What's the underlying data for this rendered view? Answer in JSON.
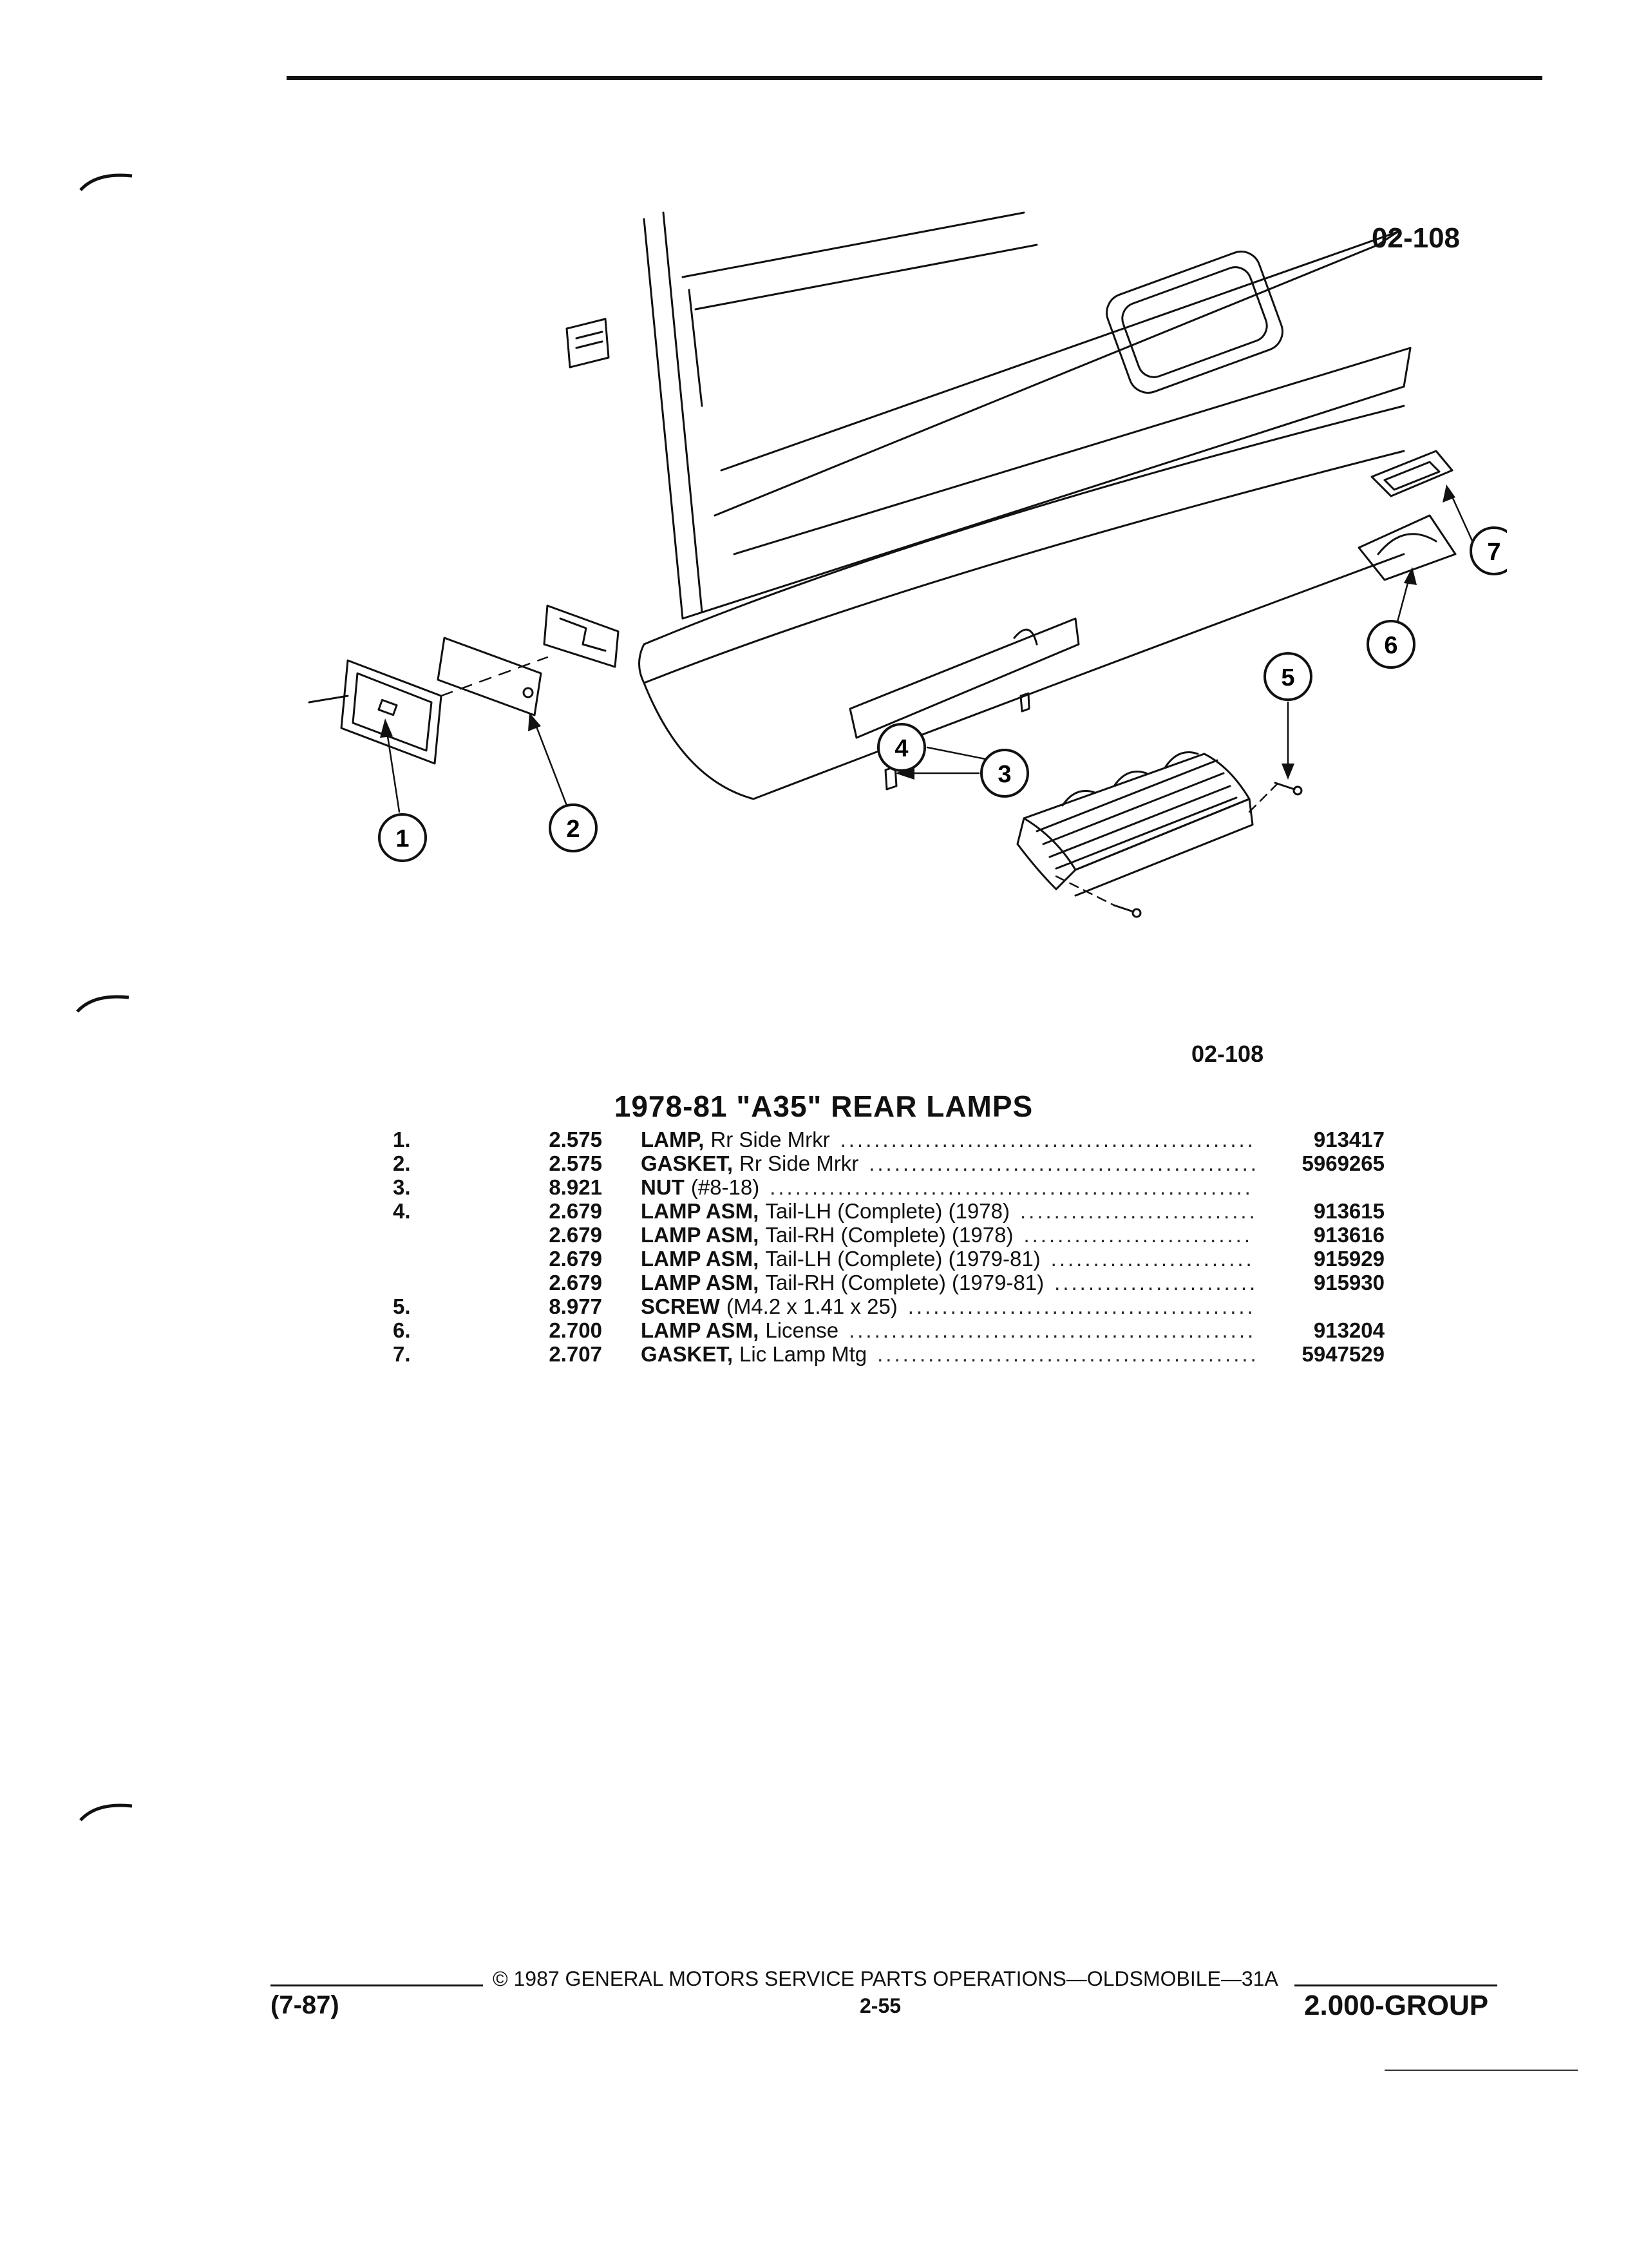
{
  "figure": {
    "code_top": "02-108",
    "code_bottom": "02-108",
    "callouts": [
      "1",
      "2",
      "3",
      "4",
      "5",
      "6",
      "7"
    ]
  },
  "section": {
    "title": "1978-81 \"A35\" REAR LAMPS",
    "rows": [
      {
        "index": "1.",
        "group": "2.575",
        "name": "LAMP,",
        "desc": "Rr Side Mrkr",
        "part": "913417"
      },
      {
        "index": "2.",
        "group": "2.575",
        "name": "GASKET,",
        "desc": "Rr Side Mrkr",
        "part": "5969265"
      },
      {
        "index": "3.",
        "group": "8.921",
        "name": "NUT",
        "desc": "(#8-18)",
        "part": ""
      },
      {
        "index": "4.",
        "group": "2.679",
        "name": "LAMP ASM,",
        "desc": "Tail-LH (Complete) (1978)",
        "part": "913615"
      },
      {
        "index": "",
        "group": "2.679",
        "name": "LAMP ASM,",
        "desc": "Tail-RH (Complete) (1978)",
        "part": "913616"
      },
      {
        "index": "",
        "group": "2.679",
        "name": "LAMP ASM,",
        "desc": "Tail-LH (Complete) (1979-81)",
        "part": "915929"
      },
      {
        "index": "",
        "group": "2.679",
        "name": "LAMP ASM,",
        "desc": "Tail-RH (Complete) (1979-81)",
        "part": "915930"
      },
      {
        "index": "5.",
        "group": "8.977",
        "name": "SCREW",
        "desc": "(M4.2 x 1.41 x 25)",
        "part": ""
      },
      {
        "index": "6.",
        "group": "2.700",
        "name": "LAMP ASM,",
        "desc": "License",
        "part": "913204"
      },
      {
        "index": "7.",
        "group": "2.707",
        "name": "GASKET,",
        "desc": "Lic Lamp Mtg",
        "part": "5947529"
      }
    ]
  },
  "footer": {
    "copyright": "© 1987 GENERAL MOTORS SERVICE PARTS OPERATIONS—OLDSMOBILE—31A",
    "date": "(7-87)",
    "page": "2-55",
    "group": "2.000-GROUP"
  }
}
